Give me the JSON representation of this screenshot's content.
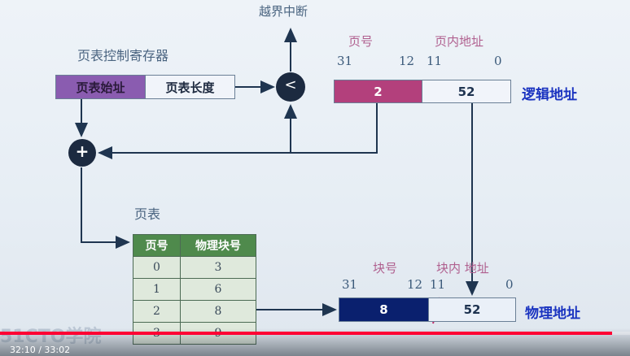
{
  "slide": {
    "overflow_label": "越界中断",
    "register_title": "页表控制寄存器",
    "register": {
      "base": "页表始址",
      "length": "页表长度"
    },
    "compare_symbol": "<",
    "add_symbol": "+",
    "logical": {
      "page_label": "页号",
      "offset_label": "页内地址",
      "bits": [
        "31",
        "12",
        "11",
        "0"
      ],
      "page": "2",
      "offset": "52",
      "name": "逻辑地址"
    },
    "page_table": {
      "title": "页表",
      "headers": [
        "页号",
        "物理块号"
      ],
      "rows": [
        [
          "0",
          "3"
        ],
        [
          "1",
          "6"
        ],
        [
          "2",
          "8"
        ],
        [
          "3",
          "9"
        ]
      ]
    },
    "physical": {
      "block_label": "块号",
      "offset_label": "块内 地址",
      "bits": [
        "31",
        "12",
        "11",
        "0"
      ],
      "block": "8",
      "offset": "52",
      "name": "物理地址"
    },
    "watermark": "51CTO学院"
  },
  "player": {
    "time": "32:10 / 33:02",
    "progress_fraction": 0.971,
    "progress_color": "#ff0033"
  }
}
